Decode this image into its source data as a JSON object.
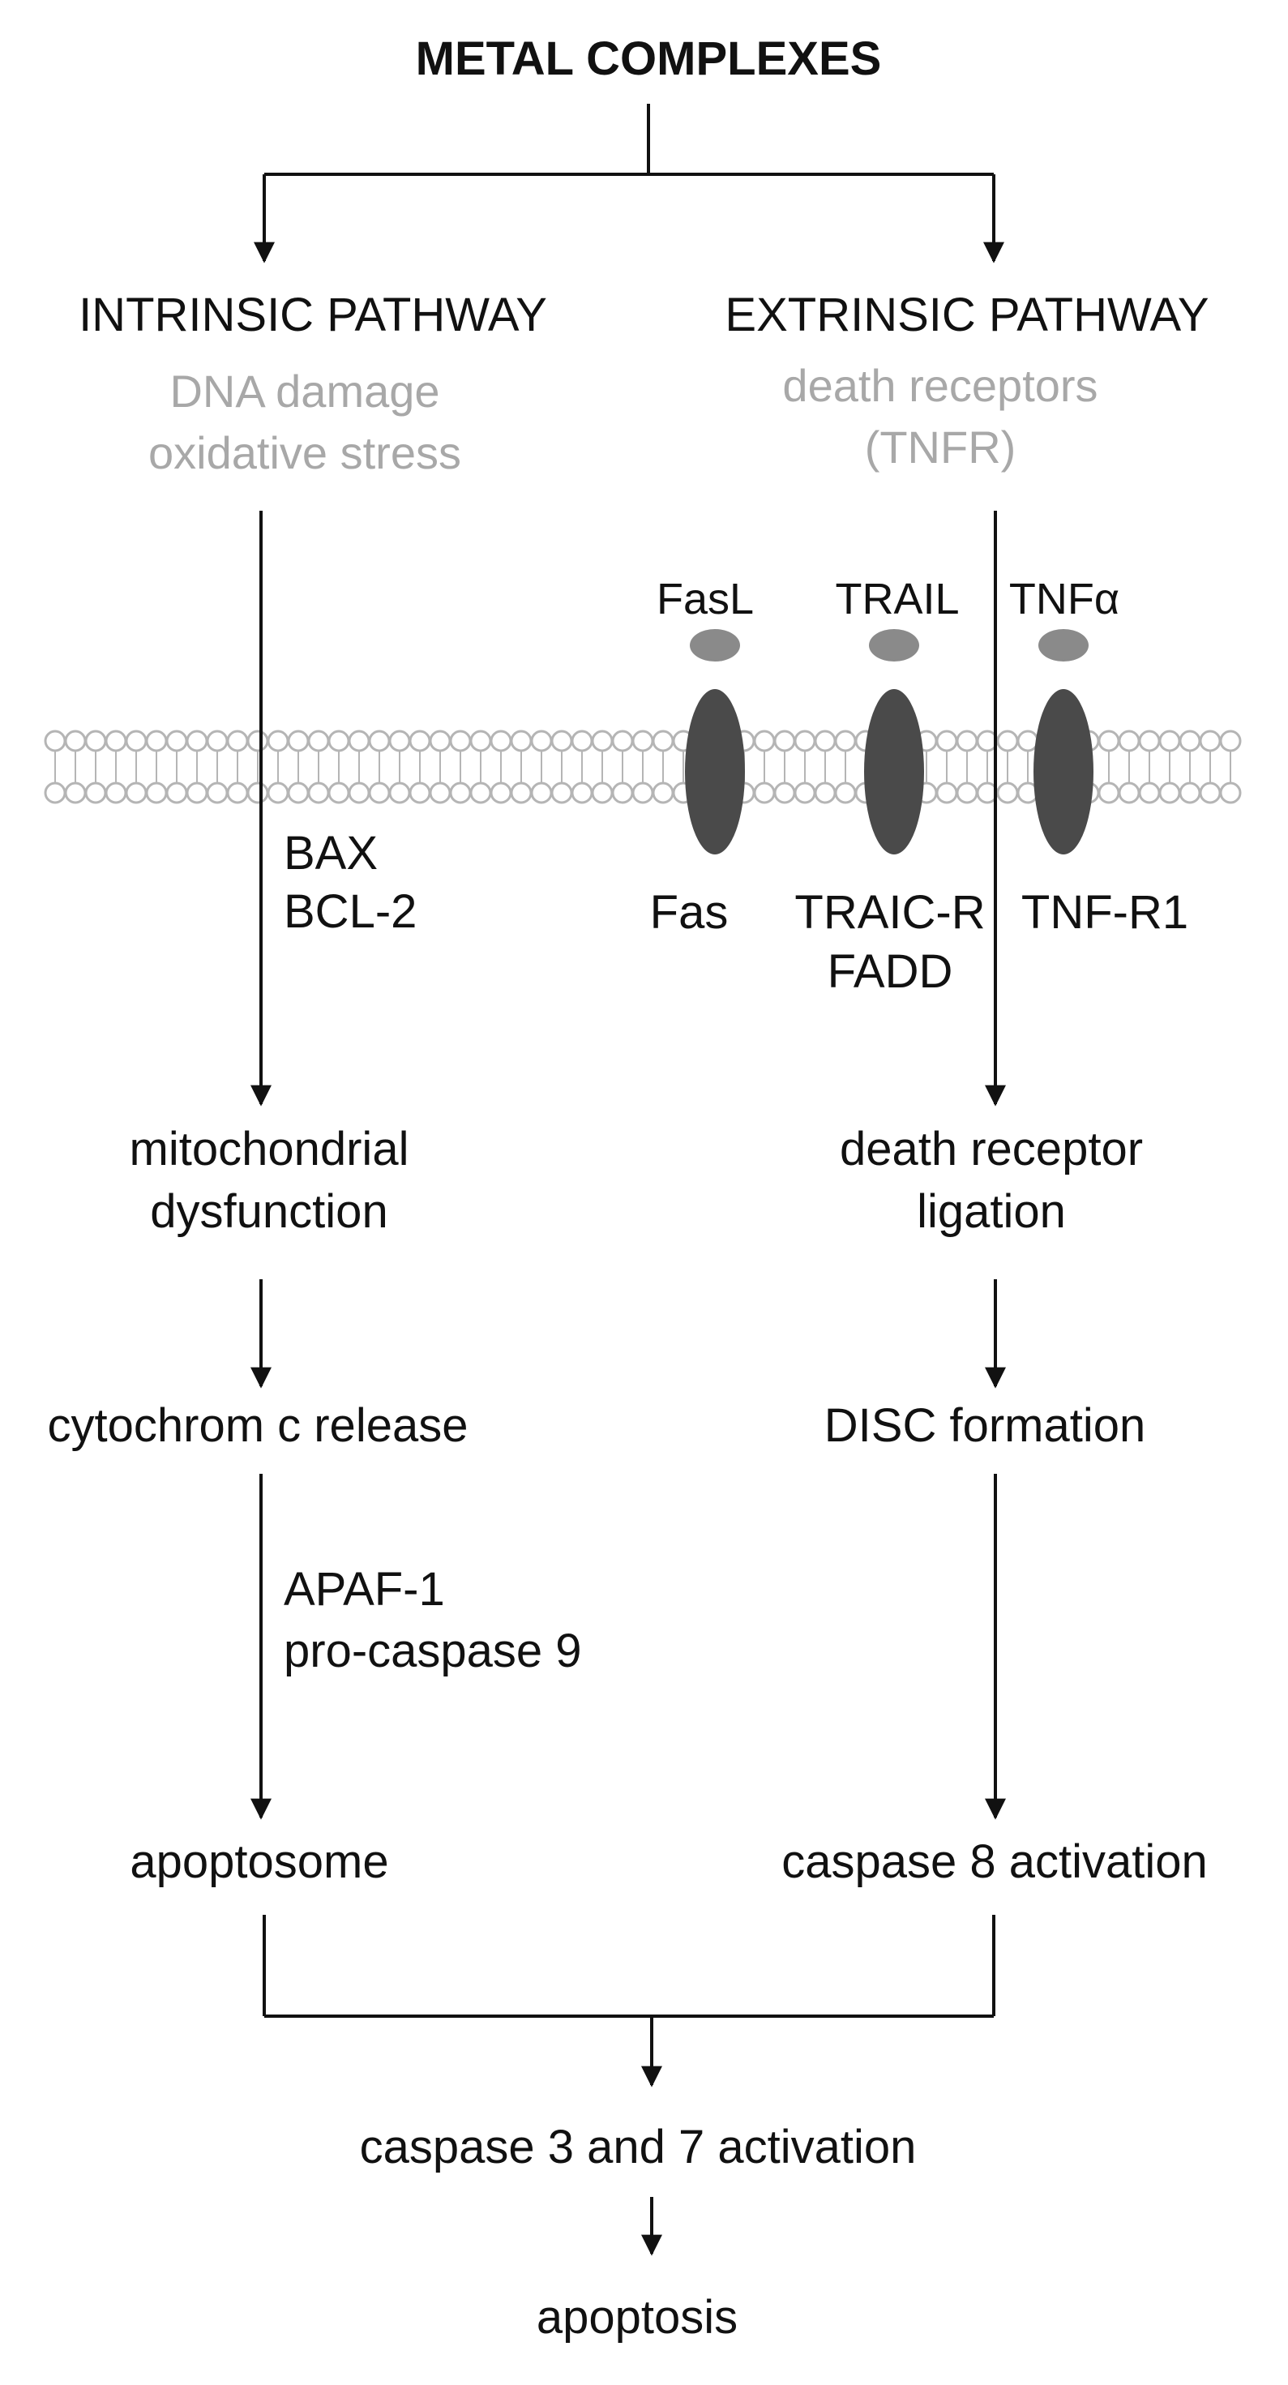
{
  "title": "METAL COMPLEXES",
  "intrinsic": {
    "heading": "INTRINSIC PATHWAY",
    "trigger_line1": "DNA damage",
    "trigger_line2": "oxidative stress",
    "regulator_1": "BAX",
    "regulator_2": "BCL-2",
    "step_1_line1": "mitochondrial",
    "step_1_line2": "dysfunction",
    "step_2": "cytochrom c release",
    "cofactor_1": "APAF-1",
    "cofactor_2": "pro-caspase 9",
    "step_3": "apoptosome"
  },
  "extrinsic": {
    "heading": "EXTRINSIC PATHWAY",
    "trigger_line1": "death receptors",
    "trigger_line2": "(TNFR)",
    "ligands": [
      "FasL",
      "TRAIL",
      "TNFα"
    ],
    "receptors": [
      "Fas",
      "TRAIC-R",
      "TNF-R1"
    ],
    "adaptor": "FADD",
    "step_1_line1": "death receptor",
    "step_1_line2": "ligation",
    "step_2": "DISC formation",
    "step_3": "caspase 8 activation"
  },
  "common": {
    "executioner": "caspase 3 and 7 activation",
    "outcome": "apoptosis"
  },
  "colors": {
    "text": "#111111",
    "subtext": "#a8a8a8",
    "membrane_stroke": "#b5b5b5",
    "receptor_fill": "#4a4a4a",
    "ligand_fill": "#8a8a8a"
  }
}
